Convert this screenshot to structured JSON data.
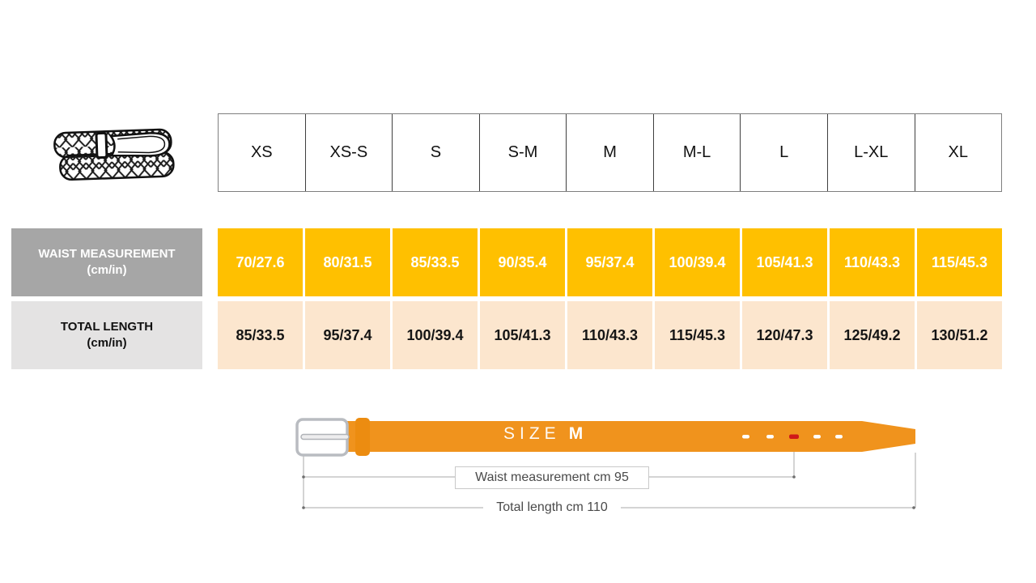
{
  "header": {
    "sizes": [
      "XS",
      "XS-S",
      "S",
      "S-M",
      "M",
      "M-L",
      "L",
      "L-XL",
      "XL"
    ]
  },
  "table": {
    "waist_label_line1": "WAIST MEASUREMENT",
    "waist_label_line2": "(cm/in)",
    "total_label_line1": "TOTAL LENGTH",
    "total_label_line2": "(cm/in)",
    "waist_values": [
      "70/27.6",
      "80/31.5",
      "85/33.5",
      "90/35.4",
      "95/37.4",
      "100/39.4",
      "105/41.3",
      "110/43.3",
      "115/45.3"
    ],
    "total_values": [
      "85/33.5",
      "95/37.4",
      "100/39.4",
      "105/41.3",
      "110/43.3",
      "115/45.3",
      "120/47.3",
      "125/49.2",
      "130/51.2"
    ]
  },
  "diagram": {
    "size_label": "SIZE",
    "size_value": "M",
    "waist_annotation": "Waist measurement cm 95",
    "total_annotation": "Total length cm 110"
  },
  "colors": {
    "waist_row_bg": "#FFC000",
    "total_row_bg": "#FCE6CE",
    "waist_label_bg": "#A6A6A6",
    "total_label_bg": "#E4E3E3",
    "belt_orange": "#F0931D",
    "belt_keeper_orange": "#EC8C10",
    "hole_red": "#D01919",
    "buckle_gray": "#B9BCC1",
    "annotation_line_gray": "#A8A8A8"
  },
  "icons": {
    "braided_belt_icon": "braided-belt-illustration",
    "belt_diagram_icon": "belt-with-buckle-diagram"
  }
}
